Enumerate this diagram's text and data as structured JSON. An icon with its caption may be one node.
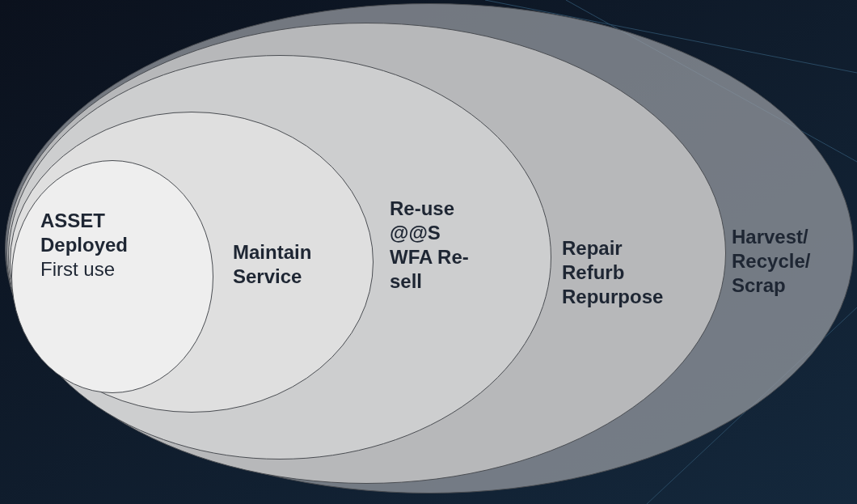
{
  "diagram": {
    "nodes": [
      {
        "text": [
          "Harvest/ Recycle/ Scrap"
        ]
      },
      {
        "text": [
          "Repair Refurb Repurpose"
        ],
        "in": 0
      },
      {
        "text": [
          "Re-use @@S WFA Re-sell"
        ],
        "in": 1
      },
      {
        "text": [
          "Maintain Service"
        ],
        "in": 2
      },
      {
        "text": [
          "ASSET Deployed",
          "First use"
        ],
        "in": 3
      }
    ]
  }
}
